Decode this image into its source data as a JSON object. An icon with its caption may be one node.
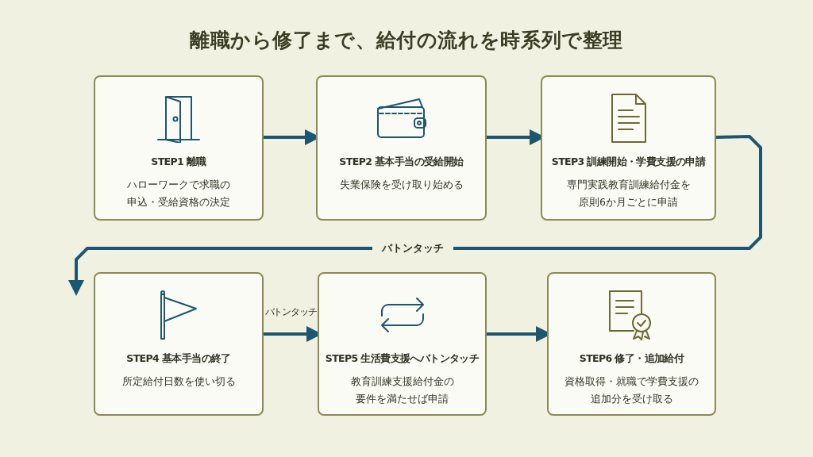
{
  "diagram": {
    "title": "離職から修了まで、給付の流れを時系列で整理",
    "nodes": [
      {
        "text": [
          "STEP1 離職",
          "ハローワークで求職の申込・受給資格の決定"
        ]
      },
      {
        "text": [
          "STEP2 基本手当の受給開始",
          "失業保険を受け取り始める"
        ]
      },
      {
        "text": [
          "STEP3 訓練開始・学費支援の申請",
          "専門実践教育訓練給付金を原則6か月ごとに申請"
        ]
      },
      {
        "text": [
          "STEP4 基本手当の終了",
          "所定給付日数を使い切る"
        ]
      },
      {
        "text": [
          "STEP5 生活費支援へバトンタッチ",
          "教育訓練支援給付金の要件を満たせば申請"
        ]
      },
      {
        "text": [
          "STEP6 修了・追加給付",
          "資格取得・就職で学費支援の追加分を受け取る"
        ]
      }
    ],
    "edges": [
      {
        "from": 0,
        "to": 1,
        "arrow": "to"
      },
      {
        "from": 1,
        "to": 2,
        "arrow": "to"
      },
      {
        "from": 2,
        "to": 3,
        "arrow": "to",
        "label": "バトンタッチ"
      },
      {
        "from": 3,
        "to": 4,
        "arrow": "to",
        "label": "バトンタッチ"
      },
      {
        "from": 4,
        "to": 5,
        "arrow": "to"
      }
    ]
  }
}
